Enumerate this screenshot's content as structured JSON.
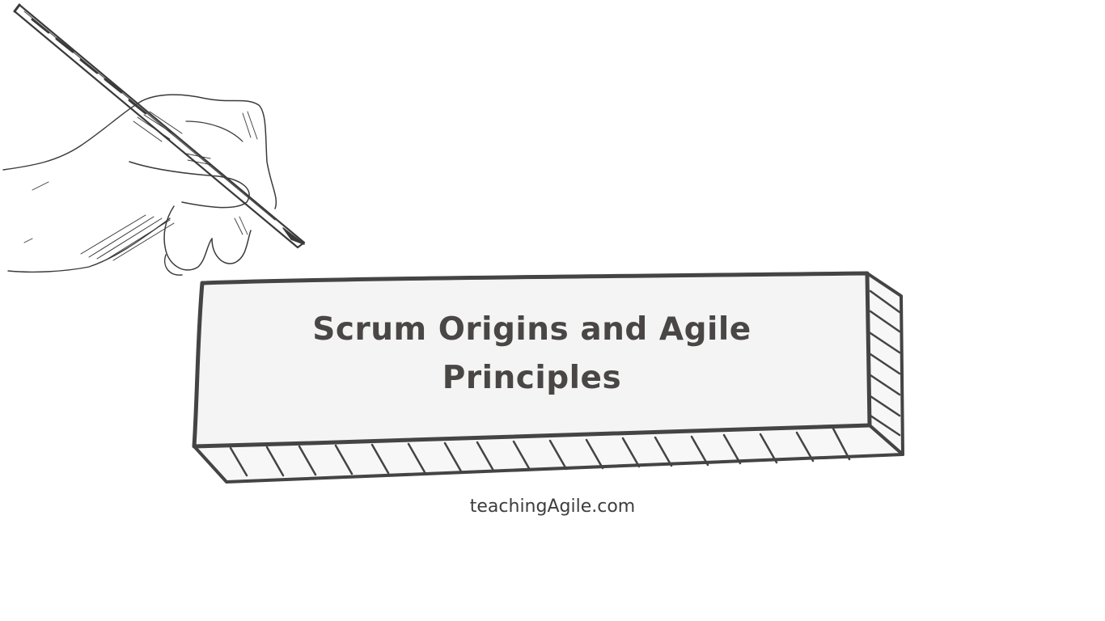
{
  "title": {
    "line1": "Scrum Origins and Agile",
    "line2": "Principles"
  },
  "footer": {
    "site": "teachingAgile.com"
  },
  "illustrations": {
    "hand": "hand-holding-pencil-sketch",
    "block": "3d-block-banner-sketch"
  },
  "colors": {
    "background": "#ffffff",
    "text": "#4a4646",
    "block_face": "#f4f4f4",
    "outline": "#444444"
  }
}
